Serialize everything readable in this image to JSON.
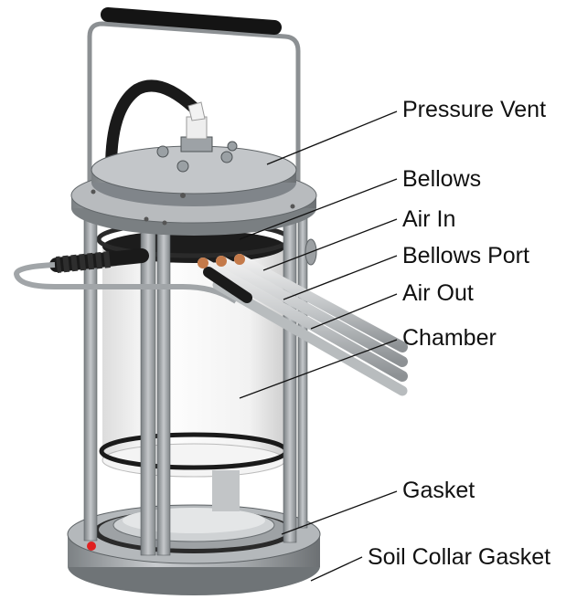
{
  "diagram": {
    "labels": [
      {
        "id": "pressure-vent",
        "text": "Pressure Vent"
      },
      {
        "id": "bellows",
        "text": "Bellows"
      },
      {
        "id": "air-in",
        "text": "Air In"
      },
      {
        "id": "bellows-port",
        "text": "Bellows Port"
      },
      {
        "id": "air-out",
        "text": "Air Out"
      },
      {
        "id": "chamber",
        "text": "Chamber"
      },
      {
        "id": "gasket",
        "text": "Gasket"
      },
      {
        "id": "soil-collar-gasket",
        "text": "Soil Collar Gasket"
      }
    ],
    "colors": {
      "metal": "#a9adb0",
      "metal_dark": "#6f7477",
      "chamber_white": "#f4f4f4",
      "black_part": "#1a1a1a",
      "leader_line": "#111111",
      "red_dot": "#e02020"
    }
  }
}
